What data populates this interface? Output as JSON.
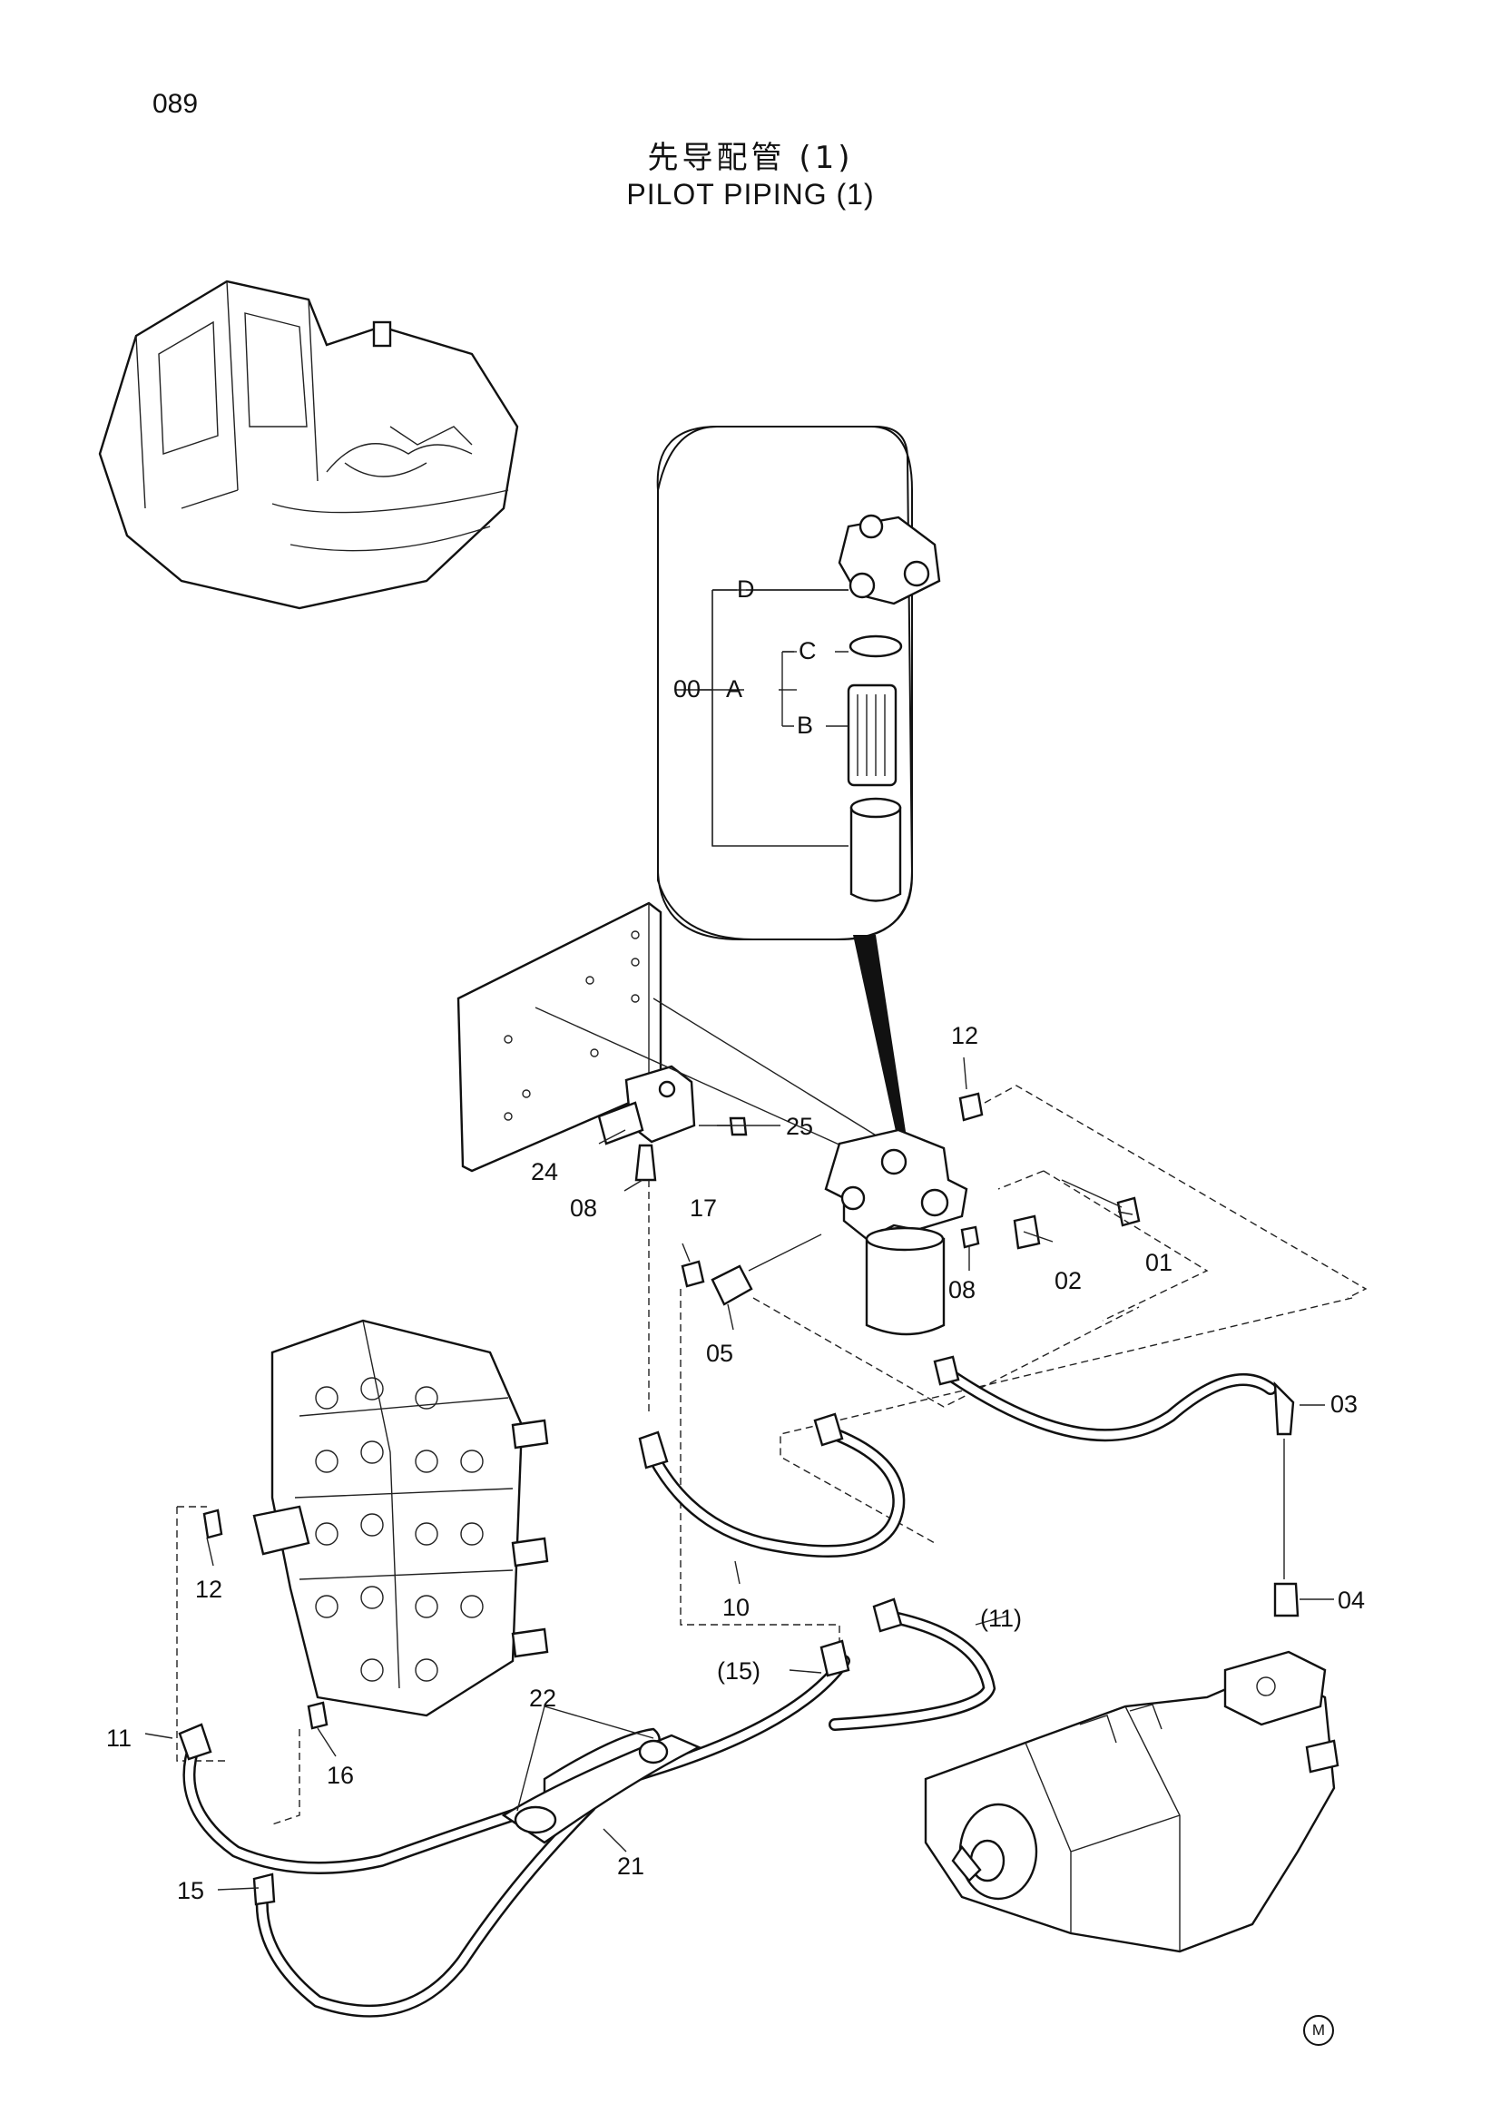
{
  "page": {
    "number": "089"
  },
  "title": {
    "chinese": "先导配管 (1)",
    "english": "PILOT PIPING (1)"
  },
  "callouts": {
    "p00": "00",
    "pA": "A",
    "pB": "B",
    "pC": "C",
    "pD": "D",
    "p01": "01",
    "p02": "02",
    "p03": "03",
    "p04": "04",
    "p05": "05",
    "p08a": "08",
    "p08b": "08",
    "p10": "10",
    "p11": "11",
    "p11b": "(11)",
    "p12a": "12",
    "p12b": "12",
    "p15": "15",
    "p15b": "(15)",
    "p16": "16",
    "p17": "17",
    "p21": "21",
    "p22": "22",
    "p24": "24",
    "p25": "25"
  },
  "corner_mark": "M"
}
